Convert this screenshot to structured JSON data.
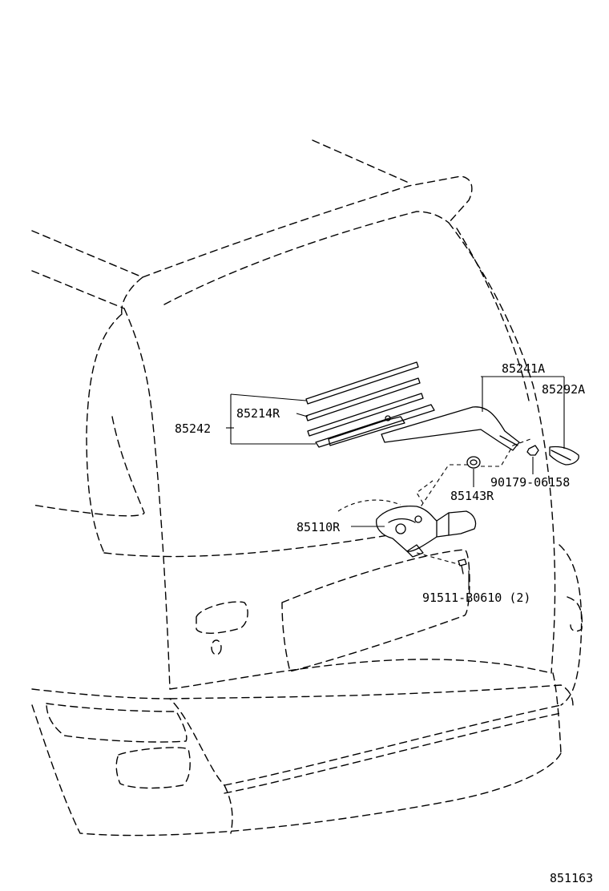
{
  "diagram_code": "851163",
  "parts": {
    "arm_assembly": "85241A",
    "arm_cap": "85292A",
    "blade_assembly": "85242",
    "blade_rubber": "85214R",
    "motor_assembly": "85110R",
    "pivot_grommet": "85143R",
    "nut": "90179-06158",
    "bolt": "91511-B0610 (2)"
  }
}
